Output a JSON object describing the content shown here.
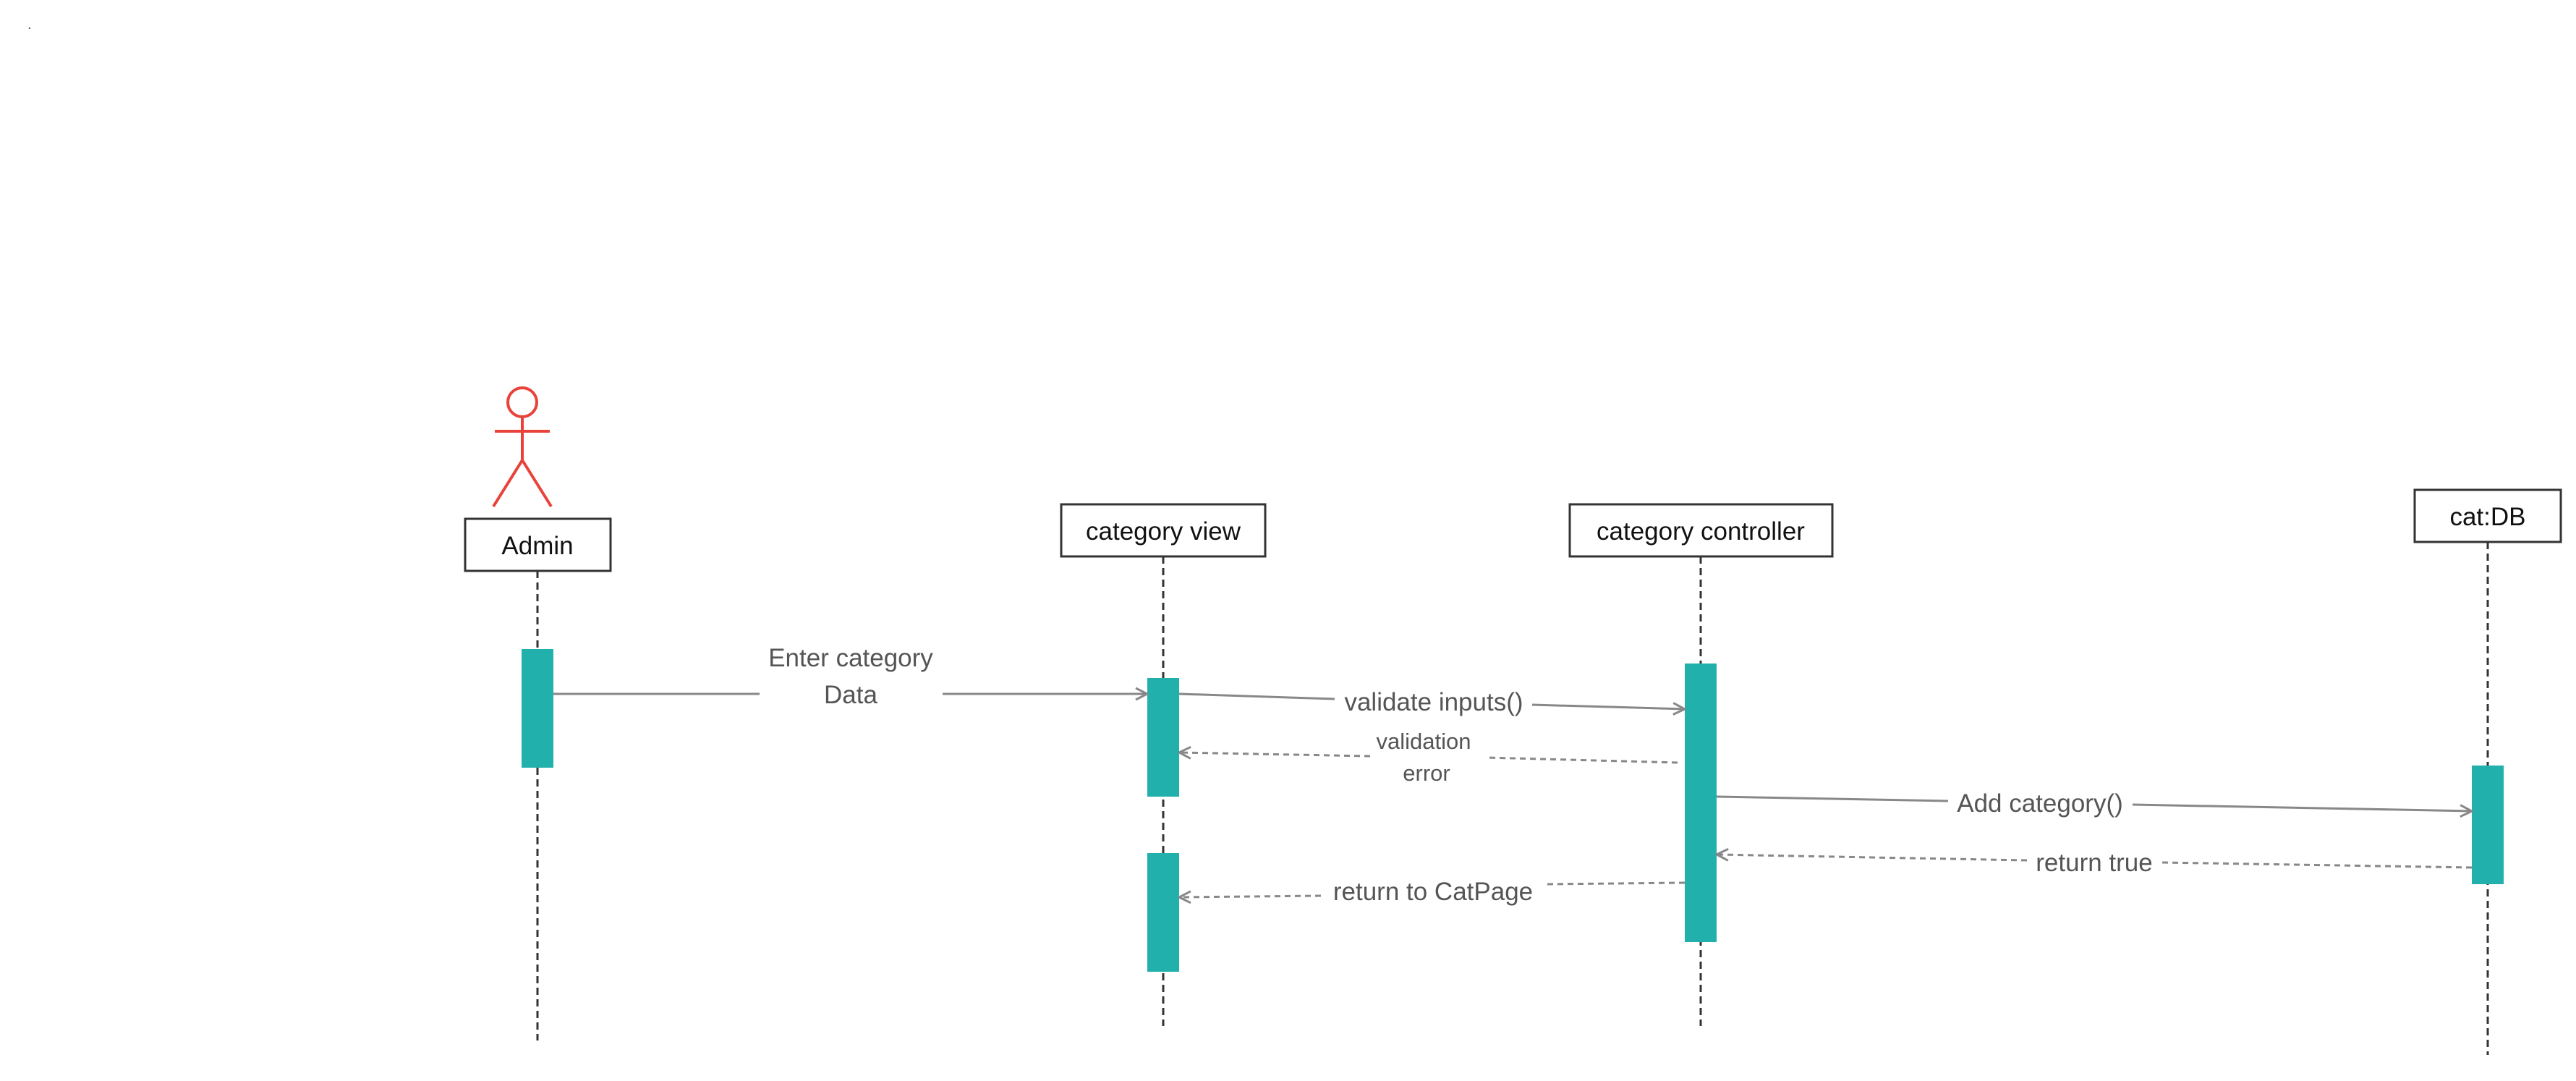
{
  "colors": {
    "activation": "#22b0ac",
    "actor": "#e8423b",
    "message_line": "#888888",
    "label_text": "#555555",
    "box_border": "#333333"
  },
  "participants": {
    "admin": "Admin",
    "category_view": "category view",
    "category_controller": "category controller",
    "cat_db": "cat:DB"
  },
  "messages": {
    "enter_category_line1": "Enter category",
    "enter_category_line2": "Data",
    "validate_inputs": "validate inputs()",
    "validation_error_line1": "validation",
    "validation_error_line2": "error",
    "add_category": "Add category()",
    "return_true": "return true",
    "return_to_catpage": "return to CatPage"
  },
  "corner_mark": "."
}
